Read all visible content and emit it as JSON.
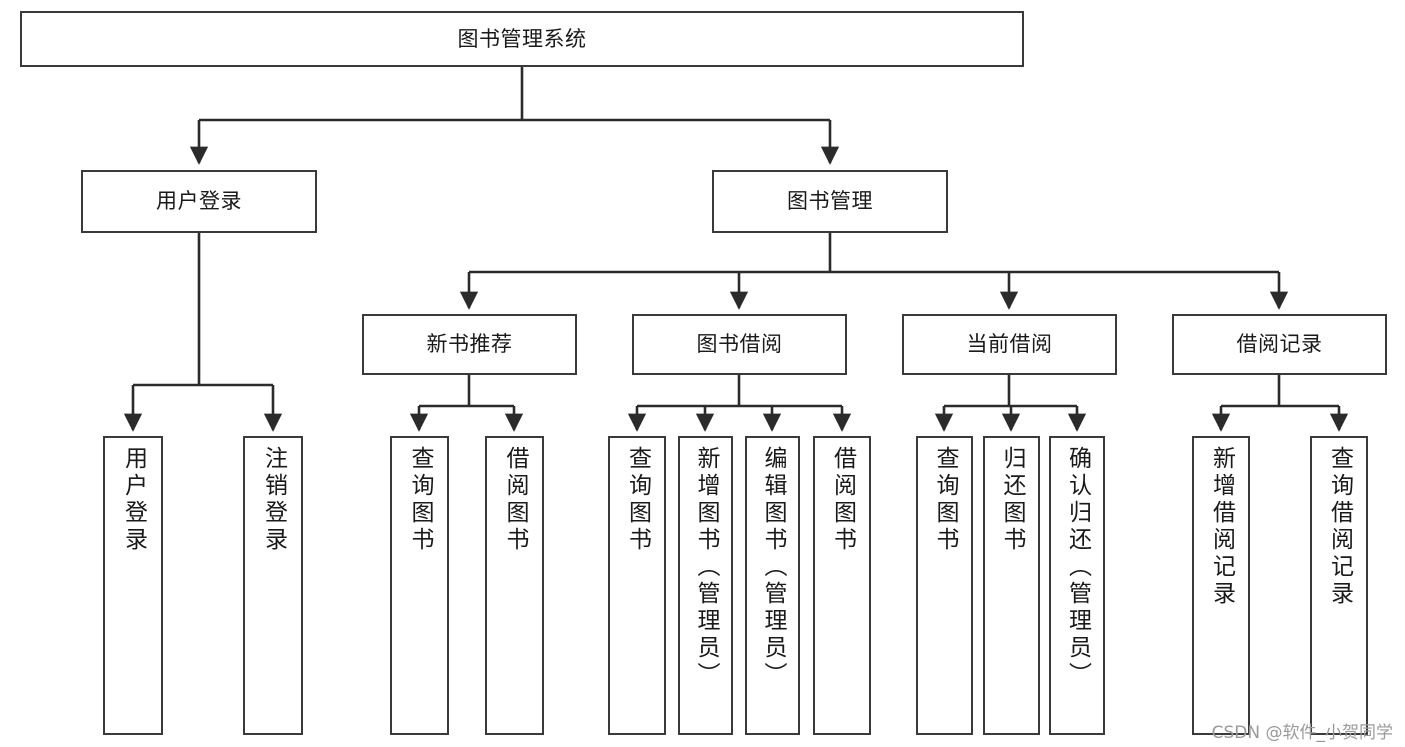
{
  "diagram": {
    "type": "tree",
    "title": "图书管理系统",
    "watermark": "CSDN @软件_小贺同学",
    "colors": {
      "border": "#3a3a3a",
      "text": "#1a1a1a",
      "background": "#ffffff",
      "connector": "#2b2b2b",
      "watermark": "#9a9a9a"
    },
    "nodes": {
      "root": {
        "label": "图书管理系统",
        "level": 0,
        "orientation": "horizontal"
      },
      "user_login": {
        "label": "用户登录",
        "level": 1,
        "orientation": "horizontal"
      },
      "book_manage": {
        "label": "图书管理",
        "level": 1,
        "orientation": "horizontal"
      },
      "new_book_rec": {
        "label": "新书推荐",
        "level": 2,
        "orientation": "horizontal"
      },
      "book_borrow": {
        "label": "图书借阅",
        "level": 2,
        "orientation": "horizontal"
      },
      "current_borrow": {
        "label": "当前借阅",
        "level": 2,
        "orientation": "horizontal"
      },
      "borrow_record": {
        "label": "借阅记录",
        "level": 2,
        "orientation": "horizontal"
      },
      "leaf_user_login": {
        "label": "用户登录",
        "level": 3,
        "orientation": "vertical"
      },
      "leaf_logout": {
        "label": "注销登录",
        "level": 3,
        "orientation": "vertical"
      },
      "leaf_query_book_1": {
        "label": "查询图书",
        "level": 3,
        "orientation": "vertical"
      },
      "leaf_borrow_book_1": {
        "label": "借阅图书",
        "level": 3,
        "orientation": "vertical"
      },
      "leaf_query_book_2": {
        "label": "查询图书",
        "level": 3,
        "orientation": "vertical"
      },
      "leaf_add_book": {
        "label": "新增图书（管理员）",
        "level": 3,
        "orientation": "vertical"
      },
      "leaf_edit_book": {
        "label": "编辑图书（管理员）",
        "level": 3,
        "orientation": "vertical"
      },
      "leaf_borrow_book_2": {
        "label": "借阅图书",
        "level": 3,
        "orientation": "vertical"
      },
      "leaf_query_book_3": {
        "label": "查询图书",
        "level": 3,
        "orientation": "vertical"
      },
      "leaf_return_book": {
        "label": "归还图书",
        "level": 3,
        "orientation": "vertical"
      },
      "leaf_confirm_return": {
        "label": "确认归还（管理员）",
        "level": 3,
        "orientation": "vertical"
      },
      "leaf_add_record": {
        "label": "新增借阅记录",
        "level": 3,
        "orientation": "vertical"
      },
      "leaf_query_record": {
        "label": "查询借阅记录",
        "level": 3,
        "orientation": "vertical"
      }
    },
    "edges": [
      {
        "from": "root",
        "to": "user_login"
      },
      {
        "from": "root",
        "to": "book_manage"
      },
      {
        "from": "user_login",
        "to": "leaf_user_login"
      },
      {
        "from": "user_login",
        "to": "leaf_logout"
      },
      {
        "from": "book_manage",
        "to": "new_book_rec"
      },
      {
        "from": "book_manage",
        "to": "book_borrow"
      },
      {
        "from": "book_manage",
        "to": "current_borrow"
      },
      {
        "from": "book_manage",
        "to": "borrow_record"
      },
      {
        "from": "new_book_rec",
        "to": "leaf_query_book_1"
      },
      {
        "from": "new_book_rec",
        "to": "leaf_borrow_book_1"
      },
      {
        "from": "book_borrow",
        "to": "leaf_query_book_2"
      },
      {
        "from": "book_borrow",
        "to": "leaf_add_book"
      },
      {
        "from": "book_borrow",
        "to": "leaf_edit_book"
      },
      {
        "from": "book_borrow",
        "to": "leaf_borrow_book_2"
      },
      {
        "from": "current_borrow",
        "to": "leaf_query_book_3"
      },
      {
        "from": "current_borrow",
        "to": "leaf_return_book"
      },
      {
        "from": "current_borrow",
        "to": "leaf_confirm_return"
      },
      {
        "from": "borrow_record",
        "to": "leaf_add_record"
      },
      {
        "from": "borrow_record",
        "to": "leaf_query_record"
      }
    ]
  }
}
